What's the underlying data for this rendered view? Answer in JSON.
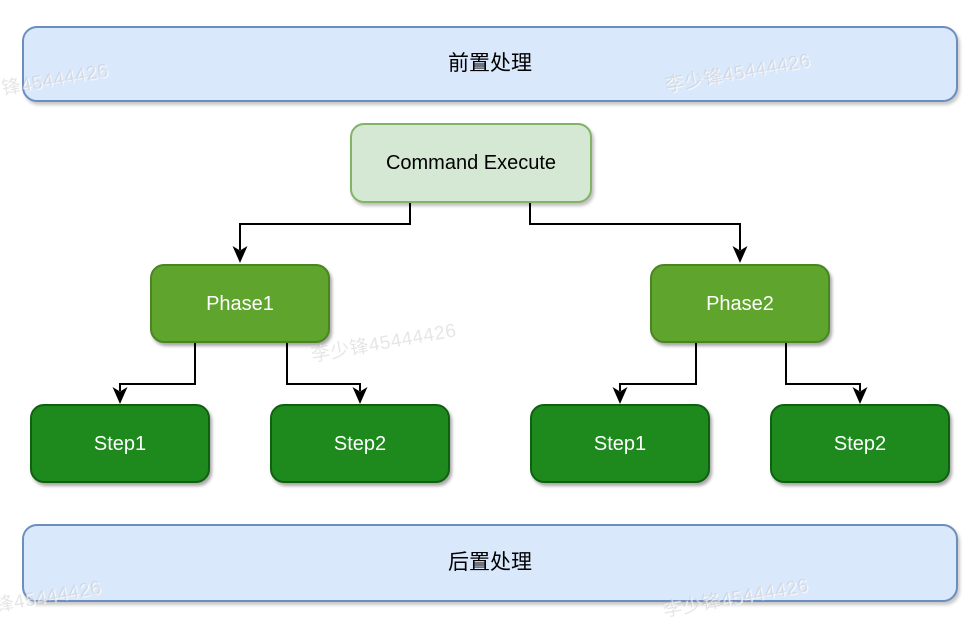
{
  "diagram": {
    "pre_process": {
      "label": "前置处理"
    },
    "command": {
      "label": "Command Execute"
    },
    "phases": [
      {
        "label": "Phase1",
        "steps": [
          {
            "label": "Step1"
          },
          {
            "label": "Step2"
          }
        ]
      },
      {
        "label": "Phase2",
        "steps": [
          {
            "label": "Step1"
          },
          {
            "label": "Step2"
          }
        ]
      }
    ],
    "post_process": {
      "label": "后置处理"
    },
    "watermark": {
      "text": "李少锋45444426"
    },
    "colors": {
      "container_fill": "#dae8fc",
      "container_border": "#6c8ebf",
      "command_fill": "#d5e8d4",
      "command_border": "#82b366",
      "phase_fill": "#5fa42d",
      "phase_border": "#4a8523",
      "step_fill": "#1e8a1e",
      "step_border": "#0f6110",
      "connector": "#000000",
      "node_text_light": "#ffffff",
      "node_text_dark": "#000000",
      "watermark_text": "#ababab"
    }
  }
}
